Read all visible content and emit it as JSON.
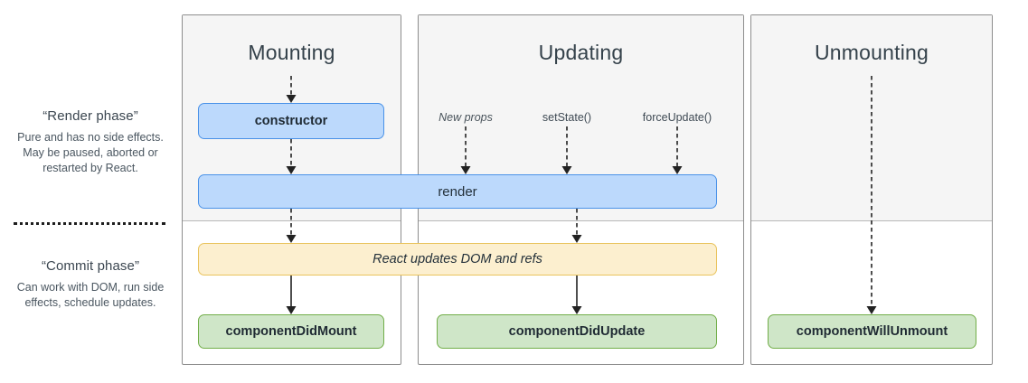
{
  "legend": {
    "render": {
      "title": "“Render phase”",
      "body": "Pure and has no side effects. May be paused, aborted or restarted by React."
    },
    "commit": {
      "title": "“Commit phase”",
      "body": "Can work with DOM, run side effects, schedule updates."
    }
  },
  "panels": {
    "mounting": {
      "title": "Mounting"
    },
    "updating": {
      "title": "Updating"
    },
    "unmounting": {
      "title": "Unmounting"
    }
  },
  "boxes": {
    "constructor": "constructor",
    "render": "render",
    "react_updates": "React updates DOM and refs",
    "component_did_mount": "componentDidMount",
    "component_did_update": "componentDidUpdate",
    "component_will_unmount": "componentWillUnmount"
  },
  "triggers": {
    "new_props": "New props",
    "set_state": "setState()",
    "force_update": "forceUpdate()"
  },
  "colors": {
    "blue_fill": "#bcd9fc",
    "blue_border": "#4a92e8",
    "yellow_fill": "#fcefcf",
    "yellow_border": "#e9c35c",
    "green_fill": "#cfe6c8",
    "green_border": "#72ae49",
    "panel_shade": "#f5f5f5",
    "panel_border": "#8d8d8d",
    "arrow": "#222222"
  }
}
